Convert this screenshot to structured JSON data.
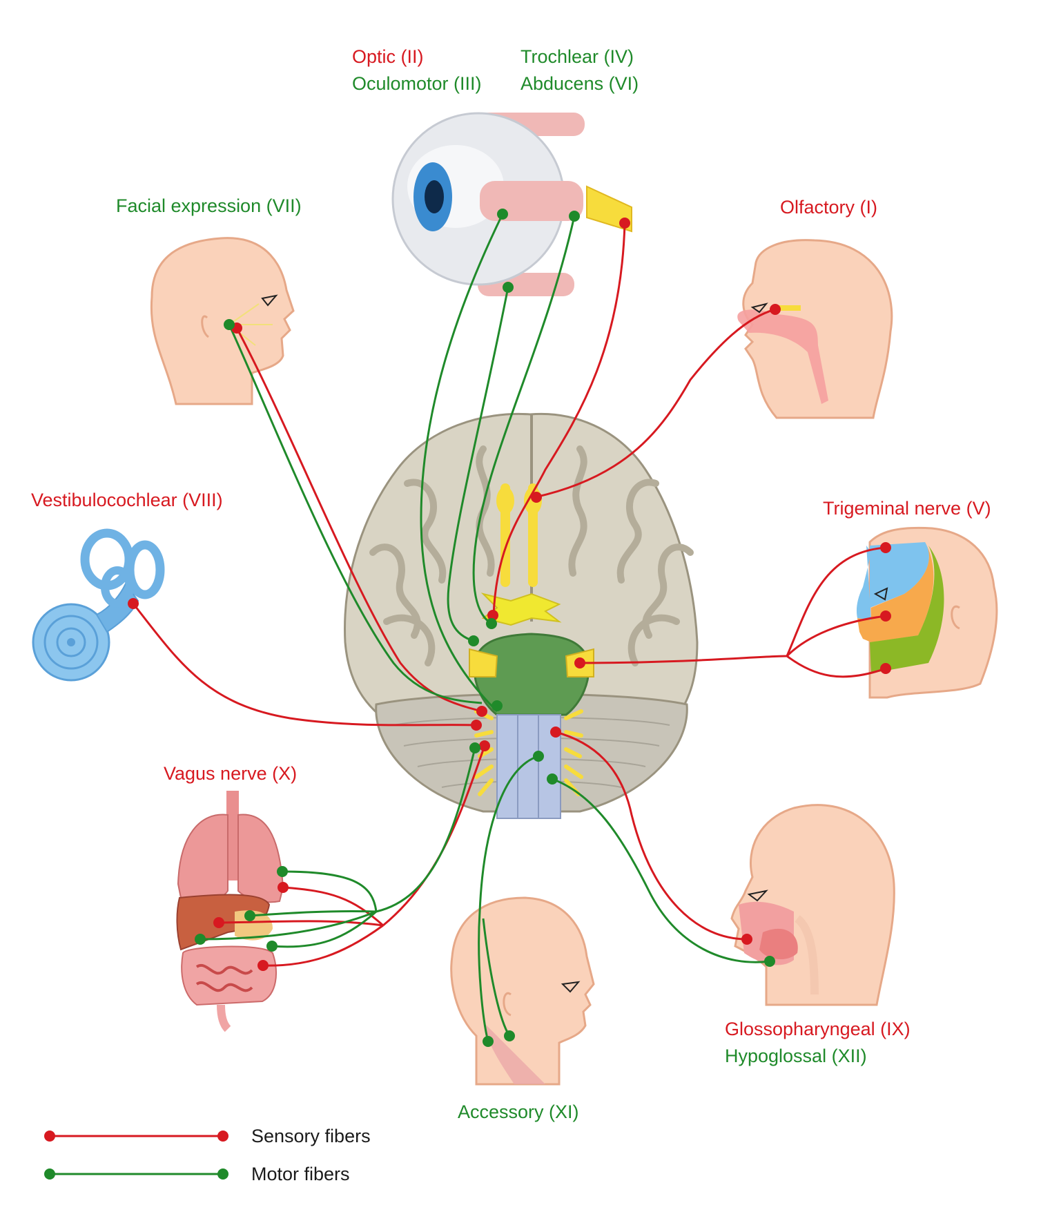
{
  "colors": {
    "sensory": "#d71920",
    "motor": "#1f8a2a",
    "skin": "#fad2ba",
    "skin_edge": "#e6a888",
    "brain": "#d9d4c4",
    "brain_fold": "#b4ad9a",
    "cerebellum": "#c8c4b8",
    "nerve_yellow": "#f7dc3c",
    "brainstem_green": "#5e9b52",
    "spinal_blue": "#b7c5e4",
    "inner_ear": "#6fb2e4",
    "forehead_blue": "#7ec3ee",
    "cheek_orange": "#f7a94c",
    "jaw_green": "#8cb826"
  },
  "labels": {
    "optic": "Optic (II)",
    "oculomotor": "Oculomotor (III)",
    "trochlear": "Trochlear (IV)",
    "abducens": "Abducens (VI)",
    "facial": "Facial expression (VII)",
    "olfactory": "Olfactory (I)",
    "vestibulocochlear": "Vestibulocochlear (VIII)",
    "trigeminal": "Trigeminal nerve (V)",
    "vagus": "Vagus nerve (X)",
    "glossopharyngeal": "Glossopharyngeal (IX)",
    "hypoglossal": "Hypoglossal (XII)",
    "accessory": "Accessory (XI)"
  },
  "legend": [
    {
      "type": "sensory",
      "label": "Sensory fibers"
    },
    {
      "type": "motor",
      "label": "Motor fibers"
    }
  ]
}
